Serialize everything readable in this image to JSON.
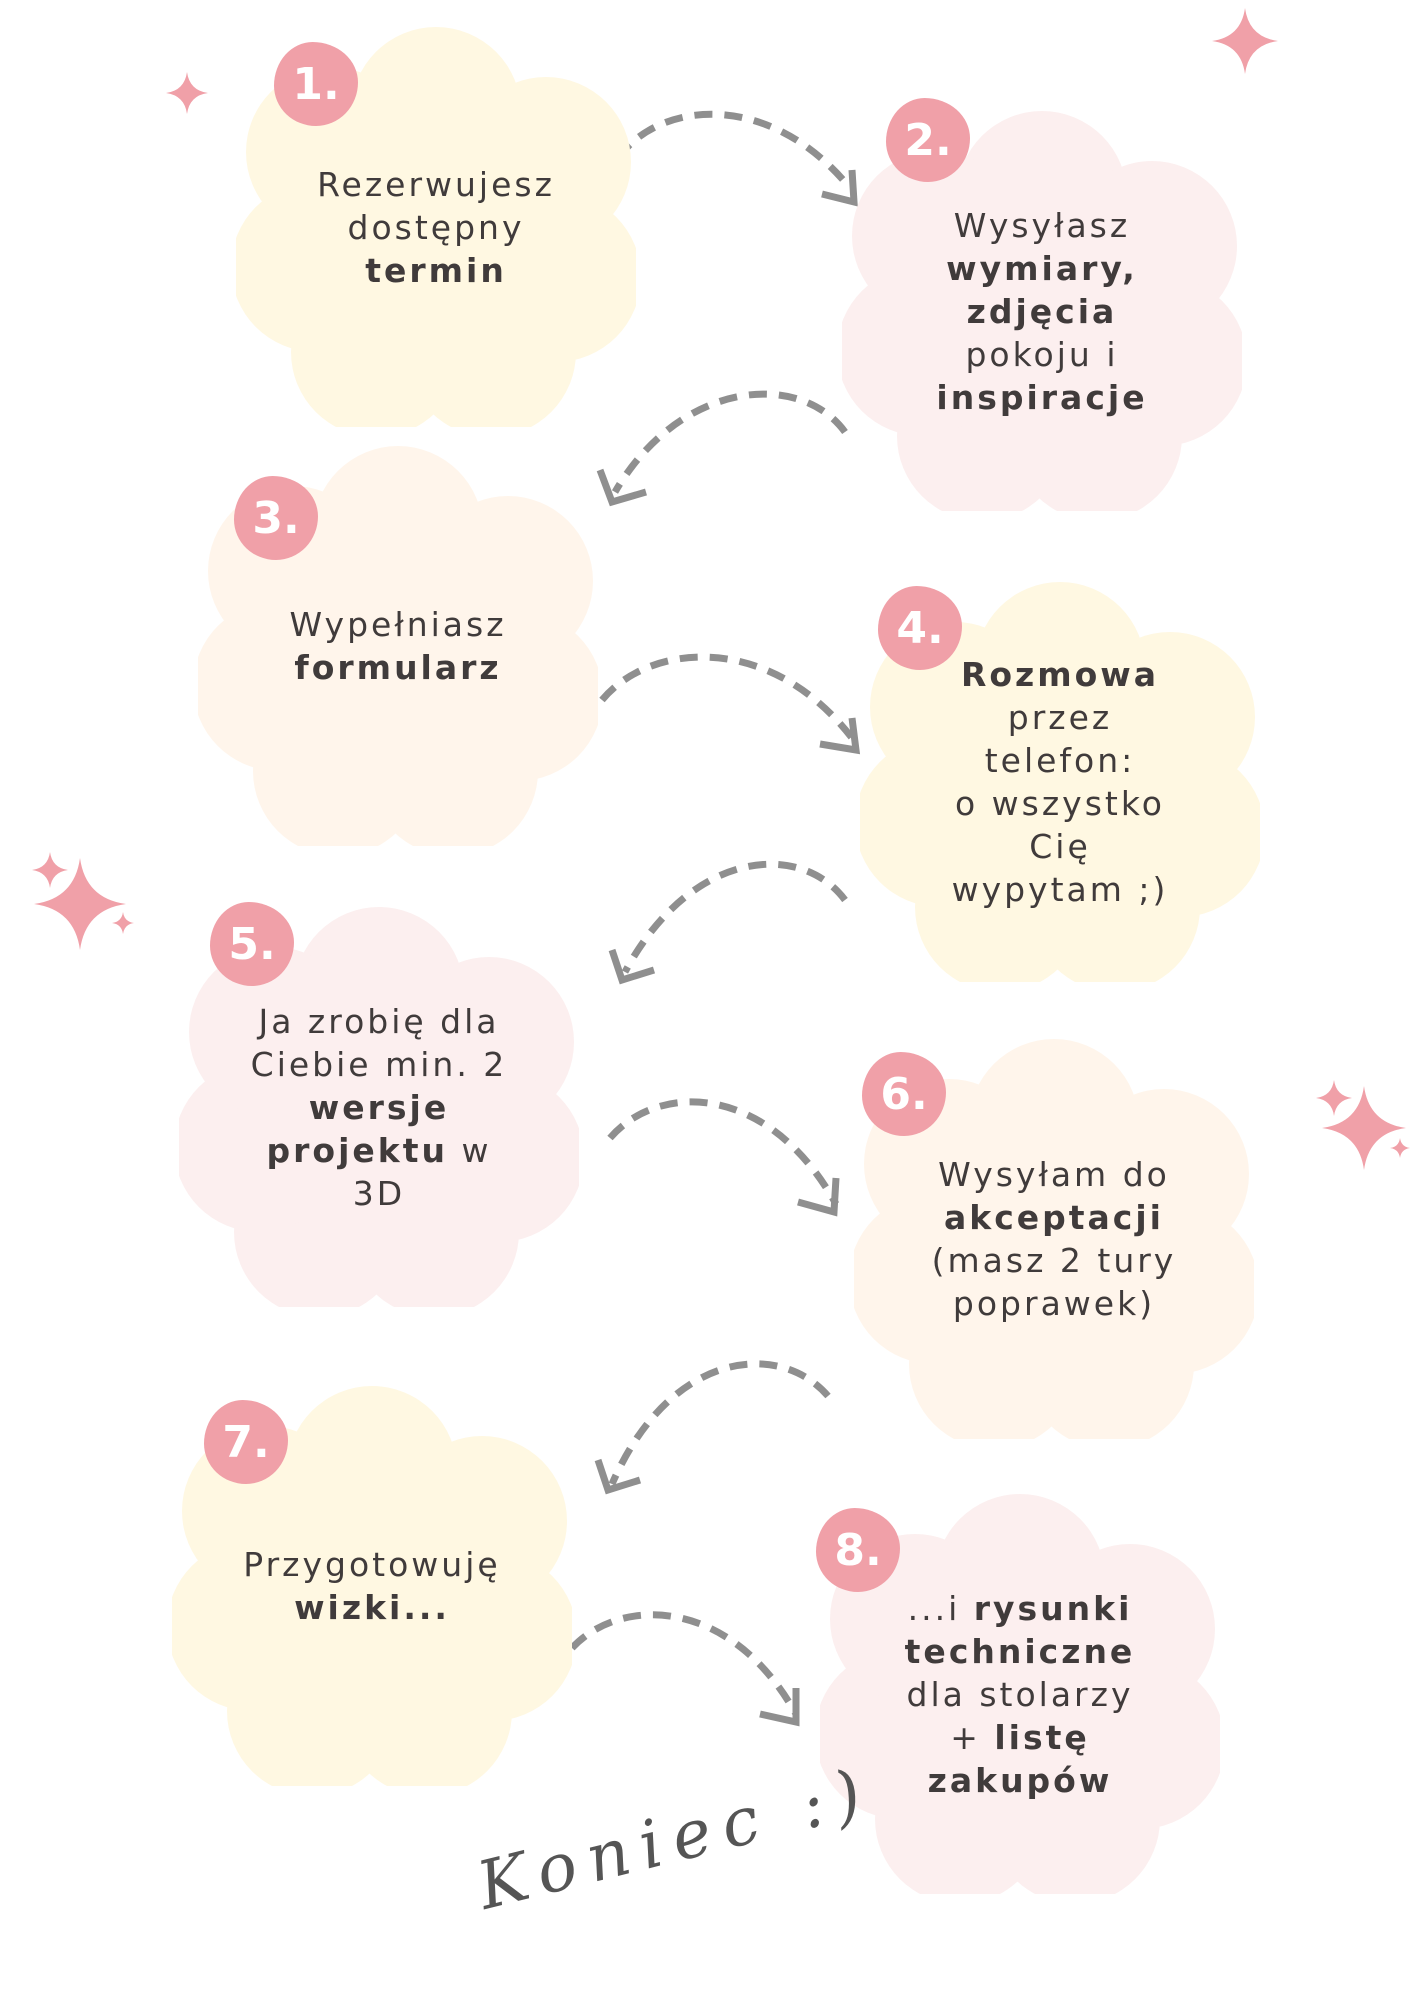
{
  "colors": {
    "badge": "#f0a0a8",
    "sparkle": "#f0a0a8",
    "arrow": "#8f8f8f",
    "text": "#403b3b",
    "cloud_yellow": "#fff8e2",
    "cloud_pink": "#fcefef",
    "cloud_peach": "#fff5eb"
  },
  "steps": [
    {
      "number": "1.",
      "color": "yellow",
      "lines": [
        [
          {
            "t": "Rezerwujesz",
            "b": false
          }
        ],
        [
          {
            "t": "dostępny",
            "b": false
          }
        ],
        [
          {
            "t": "termin",
            "b": true
          }
        ]
      ]
    },
    {
      "number": "2.",
      "color": "pink",
      "lines": [
        [
          {
            "t": "Wysyłasz",
            "b": false
          }
        ],
        [
          {
            "t": "wymiary,",
            "b": true
          }
        ],
        [
          {
            "t": "zdjęcia",
            "b": true
          }
        ],
        [
          {
            "t": "pokoju i",
            "b": false
          }
        ],
        [
          {
            "t": "inspiracje",
            "b": true
          }
        ]
      ]
    },
    {
      "number": "3.",
      "color": "peach",
      "lines": [
        [
          {
            "t": "Wypełniasz",
            "b": false
          }
        ],
        [
          {
            "t": "formularz",
            "b": true
          }
        ]
      ]
    },
    {
      "number": "4.",
      "color": "yellow",
      "lines": [
        [
          {
            "t": "Rozmowa",
            "b": true
          }
        ],
        [
          {
            "t": "przez",
            "b": false
          }
        ],
        [
          {
            "t": "telefon:",
            "b": false
          }
        ],
        [
          {
            "t": "o wszystko",
            "b": false
          }
        ],
        [
          {
            "t": "Cię",
            "b": false
          }
        ],
        [
          {
            "t": "wypytam ;)",
            "b": false
          }
        ]
      ]
    },
    {
      "number": "5.",
      "color": "pink",
      "lines": [
        [
          {
            "t": "Ja zrobię dla",
            "b": false
          }
        ],
        [
          {
            "t": "Ciebie min. 2",
            "b": false
          }
        ],
        [
          {
            "t": "wersje",
            "b": true
          }
        ],
        [
          {
            "t": "projektu",
            "b": true
          },
          {
            "t": " w",
            "b": false
          }
        ],
        [
          {
            "t": "3D",
            "b": false
          }
        ]
      ]
    },
    {
      "number": "6.",
      "color": "peach",
      "lines": [
        [
          {
            "t": "Wysyłam do",
            "b": false
          }
        ],
        [
          {
            "t": "akceptacji",
            "b": true
          }
        ],
        [
          {
            "t": "(masz 2 tury",
            "b": false
          }
        ],
        [
          {
            "t": "poprawek)",
            "b": false
          }
        ]
      ]
    },
    {
      "number": "7.",
      "color": "yellow",
      "lines": [
        [
          {
            "t": "Przygotowuję",
            "b": false
          }
        ],
        [
          {
            "t": "wizki...",
            "b": true
          }
        ]
      ]
    },
    {
      "number": "8.",
      "color": "pink",
      "lines": [
        [
          {
            "t": "...i ",
            "b": false
          },
          {
            "t": "rysunki",
            "b": true
          }
        ],
        [
          {
            "t": "techniczne",
            "b": true
          }
        ],
        [
          {
            "t": "dla stolarzy",
            "b": false
          }
        ],
        [
          {
            "t": "+ ",
            "b": false
          },
          {
            "t": "listę",
            "b": true
          }
        ],
        [
          {
            "t": "zakupów",
            "b": true
          }
        ]
      ]
    }
  ],
  "ending": {
    "label": "Koniec :)"
  },
  "icons": {
    "sparkle": "sparkle-icon",
    "arrow": "dashed-curved-arrow-icon"
  }
}
